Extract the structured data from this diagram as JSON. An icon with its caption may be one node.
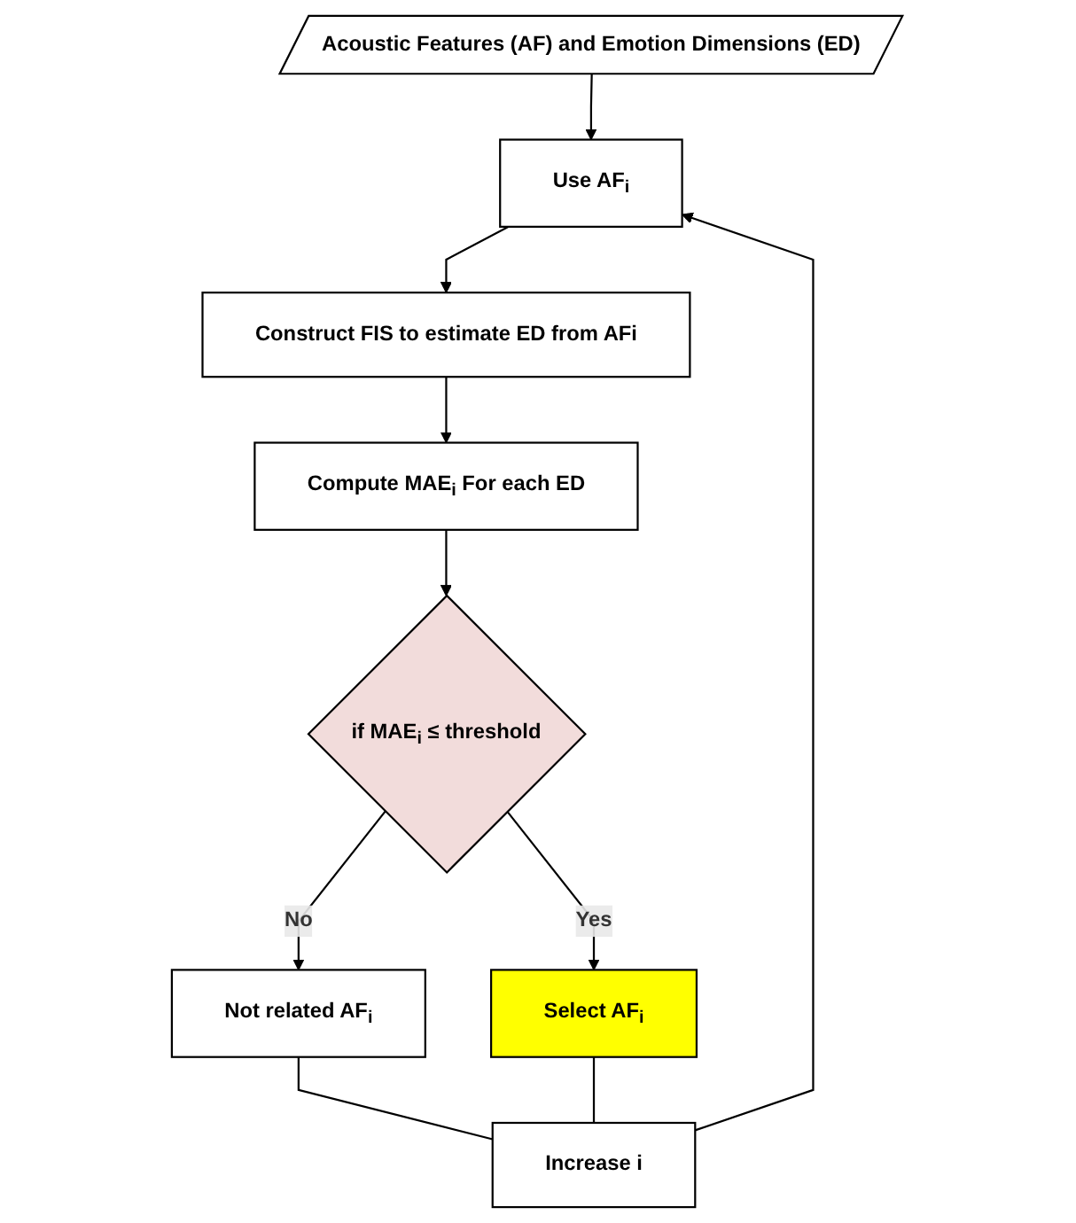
{
  "diagram": {
    "nodes": [
      {
        "text": [
          "Acoustic Features (AF) and Emotion Dimensions (ED)"
        ]
      },
      {
        "text": [
          "Use AF$_{i}$"
        ]
      },
      {
        "text": [
          "Construct FIS to estimate ED from AFi"
        ]
      },
      {
        "text": [
          "Compute MAE$_{i}$ For each ED"
        ]
      },
      {
        "text": [
          "if MAE$_{i}$ ≤ threshold"
        ]
      },
      {
        "text": [
          "Not related AF$_{i}$"
        ]
      },
      {
        "text": [
          "Select AF$_{i}$"
        ]
      },
      {
        "text": [
          "Increase i"
        ]
      }
    ],
    "edges": [
      {
        "from": 0,
        "to": 1,
        "arrow": "to"
      },
      {
        "from": 1,
        "to": 2,
        "arrow": "to"
      },
      {
        "from": 2,
        "to": 3,
        "arrow": "to"
      },
      {
        "from": 3,
        "to": 4,
        "arrow": "to"
      },
      {
        "from": 4,
        "to": 5,
        "arrow": "to",
        "label": "No"
      },
      {
        "from": 4,
        "to": 6,
        "arrow": "to",
        "label": "Yes"
      },
      {
        "from": 5,
        "to": 7,
        "arrow": "none"
      },
      {
        "from": 6,
        "to": 7,
        "arrow": "none"
      },
      {
        "from": 7,
        "to": 1,
        "arrow": "to"
      }
    ]
  }
}
